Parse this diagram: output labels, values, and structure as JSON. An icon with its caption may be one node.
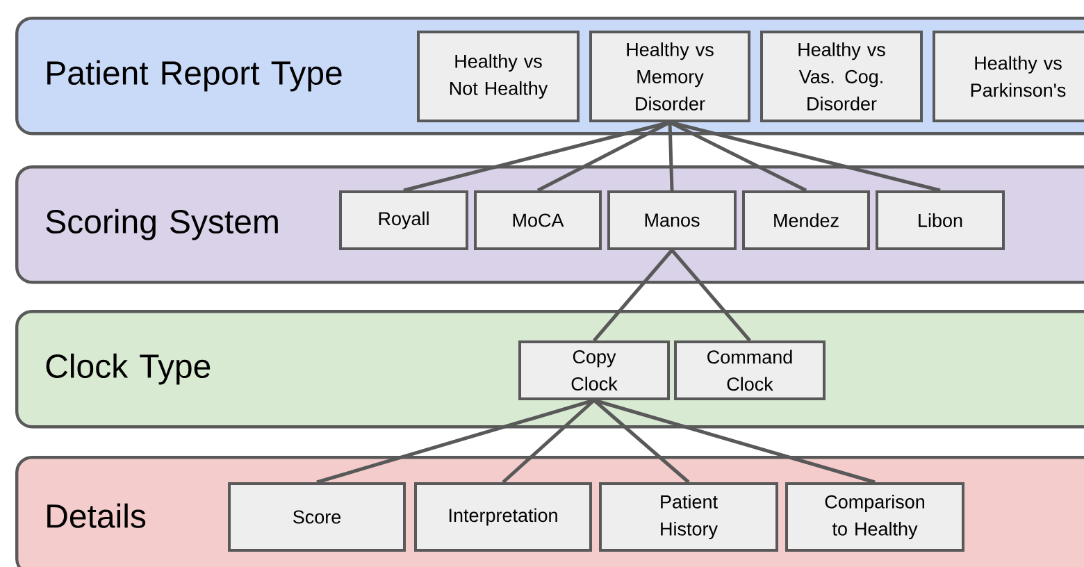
{
  "diagram": {
    "nodes": [
      {
        "text": [
          "Patient Report Type"
        ]
      },
      {
        "text": [
          "Healthy vs Not Healthy"
        ],
        "in": 0
      },
      {
        "text": [
          "Healthy vs Memory Disorder"
        ],
        "in": 0
      },
      {
        "text": [
          "Healthy vs Vas. Cog. Disorder"
        ],
        "in": 0
      },
      {
        "text": [
          "Healthy vs Parkinson's"
        ],
        "in": 0
      },
      {
        "text": [
          "Scoring System"
        ]
      },
      {
        "text": [
          "Royall"
        ],
        "in": 5
      },
      {
        "text": [
          "MoCA"
        ],
        "in": 5
      },
      {
        "text": [
          "Manos"
        ],
        "in": 5
      },
      {
        "text": [
          "Mendez"
        ],
        "in": 5
      },
      {
        "text": [
          "Libon"
        ],
        "in": 5
      },
      {
        "text": [
          "Clock Type"
        ]
      },
      {
        "text": [
          "Copy Clock"
        ],
        "in": 11
      },
      {
        "text": [
          "Command Clock"
        ],
        "in": 11
      },
      {
        "text": [
          "Details"
        ]
      },
      {
        "text": [
          "Score"
        ],
        "in": 14
      },
      {
        "text": [
          "Interpretation"
        ],
        "in": 14
      },
      {
        "text": [
          "Patient History"
        ],
        "in": 14
      },
      {
        "text": [
          "Comparison to Healthy"
        ],
        "in": 14
      }
    ],
    "edges": [
      {
        "from": 2,
        "to": 6,
        "arrow": "none"
      },
      {
        "from": 2,
        "to": 7,
        "arrow": "none"
      },
      {
        "from": 2,
        "to": 8,
        "arrow": "none"
      },
      {
        "from": 2,
        "to": 9,
        "arrow": "none"
      },
      {
        "from": 2,
        "to": 10,
        "arrow": "none"
      },
      {
        "from": 8,
        "to": 12,
        "arrow": "none"
      },
      {
        "from": 8,
        "to": 13,
        "arrow": "none"
      },
      {
        "from": 12,
        "to": 15,
        "arrow": "none"
      },
      {
        "from": 12,
        "to": 16,
        "arrow": "none"
      },
      {
        "from": 12,
        "to": 17,
        "arrow": "none"
      },
      {
        "from": 12,
        "to": 18,
        "arrow": "none"
      }
    ]
  }
}
